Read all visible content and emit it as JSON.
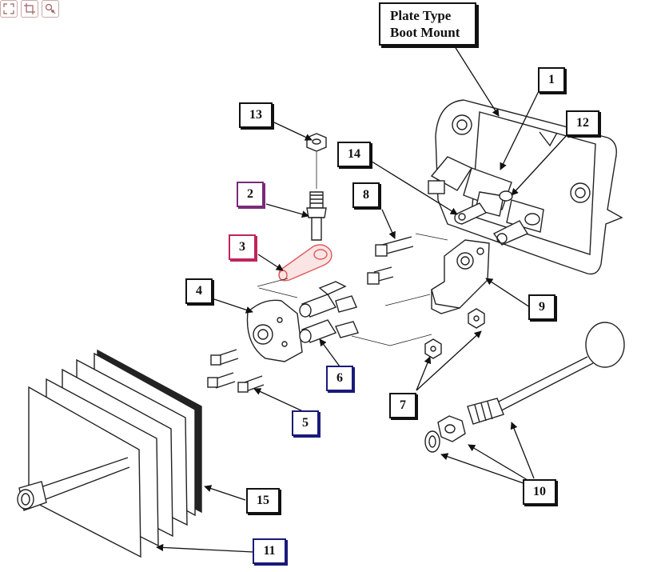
{
  "toolbar": {
    "buttons": [
      {
        "name": "fullscreen-button",
        "icon": "expand-icon"
      },
      {
        "name": "crop-button",
        "icon": "crop-icon"
      },
      {
        "name": "visual-search-button",
        "icon": "lens-search-icon"
      }
    ]
  },
  "diagram": {
    "title_line1": "Plate Type",
    "title_line2": "Boot Mount",
    "highlight_color": "#e05a5a",
    "callouts": [
      {
        "id": "1",
        "label": "1",
        "border": "#111111"
      },
      {
        "id": "2",
        "label": "2",
        "border": "#7a2a7a"
      },
      {
        "id": "3",
        "label": "3",
        "border": "#c0245a"
      },
      {
        "id": "4",
        "label": "4",
        "border": "#111111"
      },
      {
        "id": "5",
        "label": "5",
        "border": "#1a1a7a"
      },
      {
        "id": "6",
        "label": "6",
        "border": "#1a1a7a"
      },
      {
        "id": "7",
        "label": "7",
        "border": "#111111"
      },
      {
        "id": "8",
        "label": "8",
        "border": "#111111"
      },
      {
        "id": "9",
        "label": "9",
        "border": "#111111"
      },
      {
        "id": "10",
        "label": "10",
        "border": "#111111"
      },
      {
        "id": "11",
        "label": "11",
        "border": "#1a1a7a"
      },
      {
        "id": "12",
        "label": "12",
        "border": "#111111"
      },
      {
        "id": "13",
        "label": "13",
        "border": "#111111"
      },
      {
        "id": "14",
        "label": "14",
        "border": "#111111"
      },
      {
        "id": "15",
        "label": "15",
        "border": "#111111"
      }
    ]
  }
}
